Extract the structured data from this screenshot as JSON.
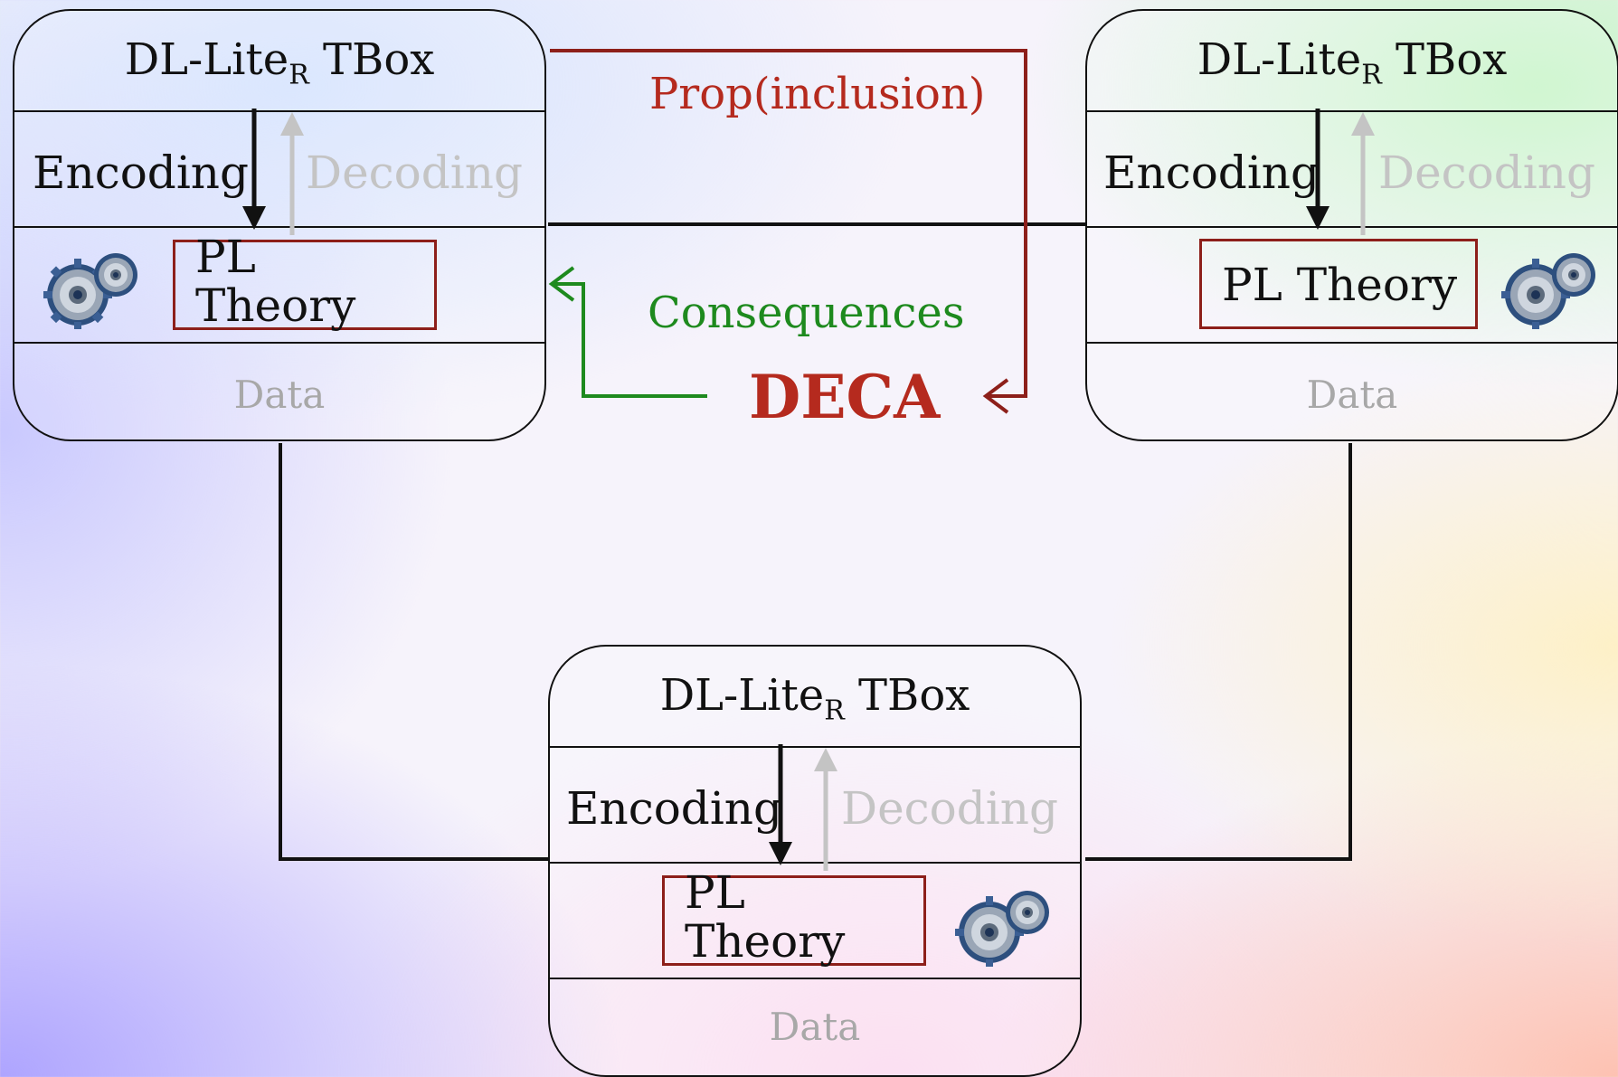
{
  "title_main": "DL-Lite",
  "title_sub": "R",
  "title_tail": " TBox",
  "encoding": "Encoding",
  "decoding": "Decoding",
  "pl_theory": "PL Theory",
  "pl_line1": "PL",
  "pl_line2": "Theory",
  "data": "Data",
  "prop_label": "Prop(inclusion)",
  "consequences_label": "Consequences",
  "deca_label": "DECA",
  "colors": {
    "dark_red": "#8d1f1a",
    "red_text": "#b52a1e",
    "green": "#1e8a1e",
    "gray": "#c4c4c4",
    "black": "#111111"
  },
  "icons": [
    "gears-icon"
  ]
}
